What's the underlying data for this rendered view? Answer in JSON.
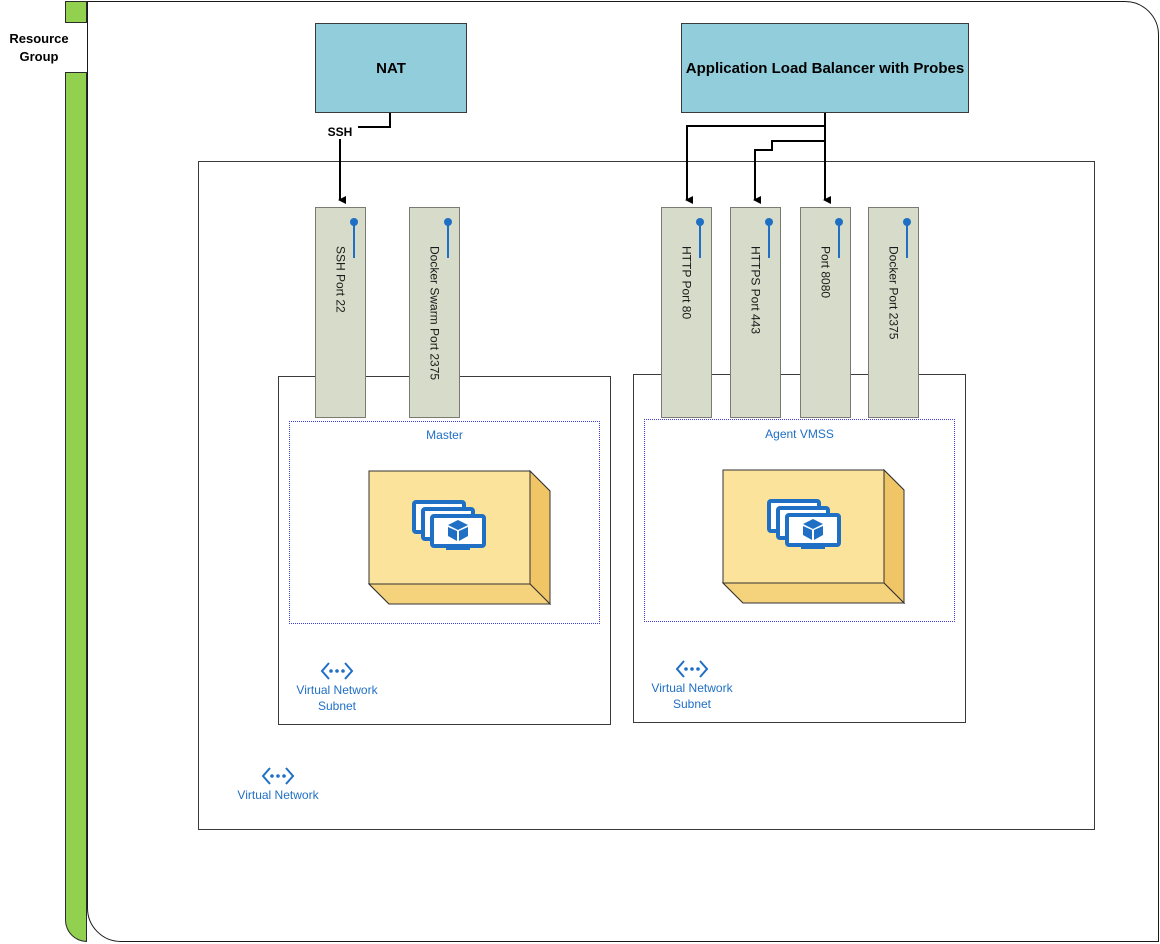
{
  "resource_group": {
    "label": "Resource Group",
    "accent": "#92d050"
  },
  "nat": {
    "label": "NAT",
    "color": "#92cddc"
  },
  "load_balancer": {
    "label": "Application Load Balancer with Probes",
    "color": "#92cddc"
  },
  "connections": {
    "ssh_label": "SSH"
  },
  "virtual_network": {
    "label": "Virtual Network",
    "icon": "vnet-icon"
  },
  "subnets": [
    {
      "group_label": "Master",
      "subnet_label": "Virtual Network Subnet",
      "icon": "vm-scale-set-icon",
      "ports": [
        "SSH Port 22",
        "Docker Swarm Port 2375"
      ]
    },
    {
      "group_label": "Agent VMSS",
      "subnet_label": "Virtual Network Subnet",
      "icon": "vm-scale-set-icon",
      "ports": [
        "HTTP Port 80",
        "HTTPS Port 443",
        "Port 8080",
        "Docker Port 2375"
      ]
    }
  ],
  "colors": {
    "port_fill": "#d7dbc9",
    "cube_fill": "#fbe39b",
    "link_blue": "#1f6fc5"
  }
}
